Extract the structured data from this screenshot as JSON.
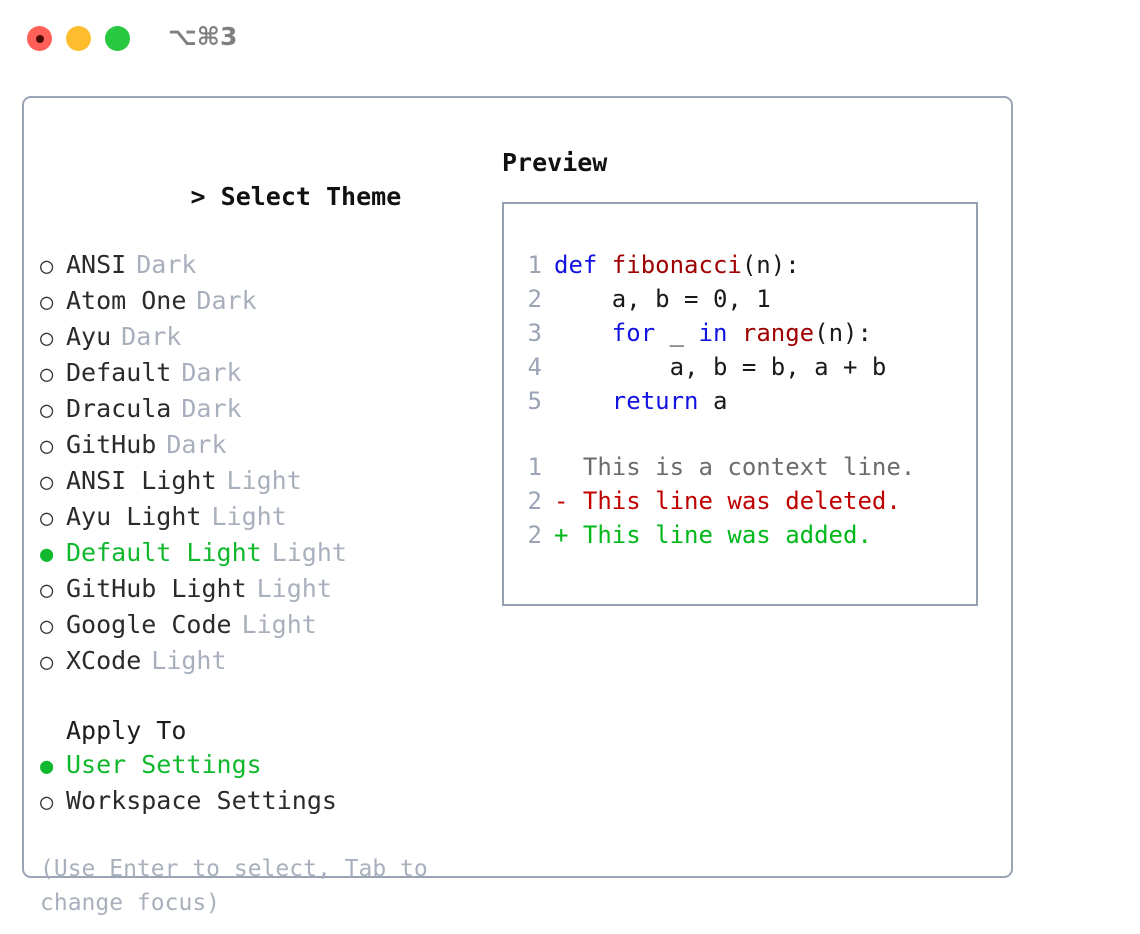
{
  "titlebar": {
    "traffic_lights": [
      "close-red",
      "minimize-yellow",
      "maximize-green"
    ],
    "shortcut": "⌥⌘3"
  },
  "theme_list": {
    "header_caret": ">",
    "header": "Select Theme",
    "bullet_unselected": "○",
    "bullet_selected": "●",
    "items": [
      {
        "label": "ANSI",
        "tag": "Dark",
        "selected": false
      },
      {
        "label": "Atom One",
        "tag": "Dark",
        "selected": false
      },
      {
        "label": "Ayu",
        "tag": "Dark",
        "selected": false
      },
      {
        "label": "Default",
        "tag": "Dark",
        "selected": false
      },
      {
        "label": "Dracula",
        "tag": "Dark",
        "selected": false
      },
      {
        "label": "GitHub",
        "tag": "Dark",
        "selected": false
      },
      {
        "label": "ANSI Light",
        "tag": "Light",
        "selected": false
      },
      {
        "label": "Ayu Light",
        "tag": "Light",
        "selected": false
      },
      {
        "label": "Default Light",
        "tag": "Light",
        "selected": true
      },
      {
        "label": "GitHub Light",
        "tag": "Light",
        "selected": false
      },
      {
        "label": "Google Code",
        "tag": "Light",
        "selected": false
      },
      {
        "label": "XCode",
        "tag": "Light",
        "selected": false
      }
    ]
  },
  "apply_to": {
    "header": "Apply To",
    "items": [
      {
        "label": "User Settings",
        "selected": true
      },
      {
        "label": "Workspace Settings",
        "selected": false
      }
    ]
  },
  "hint": "(Use Enter to select, Tab to change focus)",
  "preview": {
    "title": "Preview",
    "code_lines": [
      {
        "number": "1",
        "tokens": [
          {
            "text": "def ",
            "kind": "kw"
          },
          {
            "text": "fibonacci",
            "kind": "fn"
          },
          {
            "text": "(n):",
            "kind": "plain"
          }
        ]
      },
      {
        "number": "2",
        "tokens": [
          {
            "text": "    a, b = 0, 1",
            "kind": "plain"
          }
        ]
      },
      {
        "number": "3",
        "tokens": [
          {
            "text": "    ",
            "kind": "plain"
          },
          {
            "text": "for",
            "kind": "kw"
          },
          {
            "text": " _ ",
            "kind": "plain"
          },
          {
            "text": "in",
            "kind": "kw"
          },
          {
            "text": " ",
            "kind": "plain"
          },
          {
            "text": "range",
            "kind": "fn"
          },
          {
            "text": "(n):",
            "kind": "plain"
          }
        ]
      },
      {
        "number": "4",
        "tokens": [
          {
            "text": "        a, b = b, a + b",
            "kind": "plain"
          }
        ]
      },
      {
        "number": "5",
        "tokens": [
          {
            "text": "    ",
            "kind": "plain"
          },
          {
            "text": "return",
            "kind": "kw"
          },
          {
            "text": " a",
            "kind": "plain"
          }
        ]
      }
    ],
    "diff_lines": [
      {
        "number": "1",
        "marker": " ",
        "text": " This is a context line.",
        "kind": "context"
      },
      {
        "number": "2",
        "marker": "-",
        "text": " This line was deleted.",
        "kind": "deleted"
      },
      {
        "number": "2",
        "marker": "+",
        "text": " This line was added.",
        "kind": "added"
      }
    ]
  },
  "colors": {
    "selected_green": "#10b82e",
    "muted_gray": "#a9b0bd",
    "border": "#9aa4b4",
    "keyword_blue": "#1414e0",
    "function_red": "#9e0000",
    "diff_add_green": "#00b81a",
    "diff_del_red": "#c00000",
    "traffic_red": "#ff5f57",
    "traffic_yellow": "#ffbd2e",
    "traffic_green": "#28c840"
  }
}
